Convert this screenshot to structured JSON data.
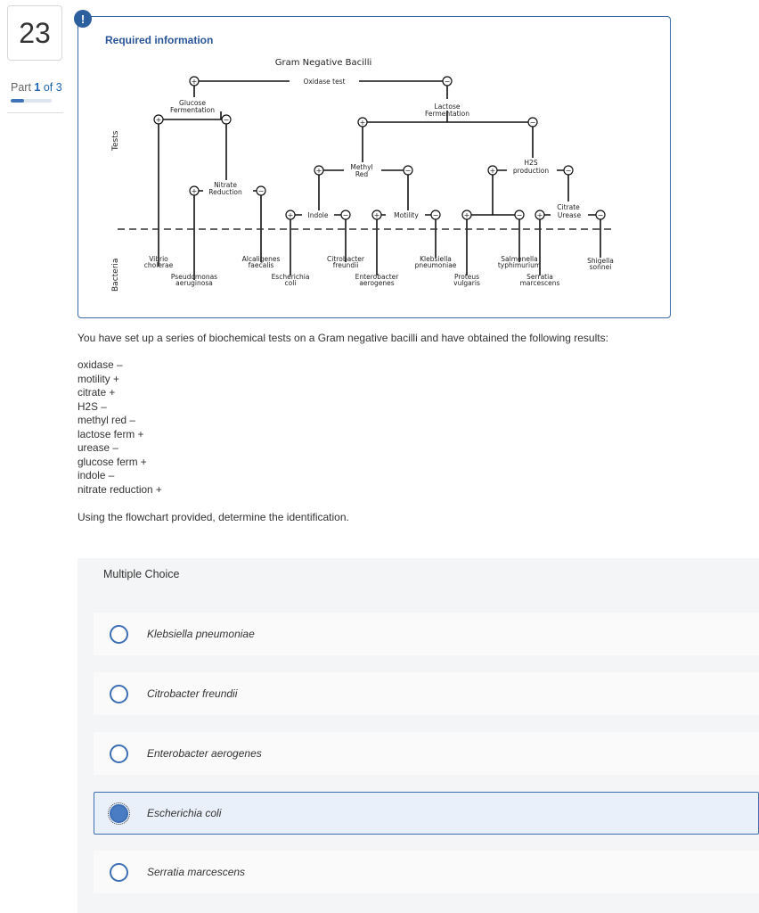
{
  "question": {
    "number": "23",
    "part_word": "Part",
    "part_current": "1",
    "part_of_total": "of 3",
    "part_progress": 0.333
  },
  "alert": {
    "icon": "exclamation-icon",
    "symbol": "!"
  },
  "required": {
    "title": "Required information"
  },
  "flowchart": {
    "title": "Gram Negative Bacilli",
    "tests_axis": "Tests",
    "bacteria_axis": "Bacteria",
    "oxidase": "Oxidase test",
    "glucose_1": "Glucose",
    "glucose_2": "Fermentation",
    "lactose_1": "Lactose",
    "lactose_2": "Fermentation",
    "nitrate_1": "Nitrate",
    "nitrate_2": "Reduction",
    "methyl_1": "Methyl",
    "methyl_2": "Red",
    "h2s_1": "H2S",
    "h2s_2": "production",
    "indole": "Indole",
    "motility": "Motility",
    "urease": "Urease",
    "citrate": "Citrate",
    "vibrio_1": "Vibrio",
    "vibrio_2": "cholerae",
    "pseudo_1": "Pseudomonas",
    "pseudo_2": "aeruginosa",
    "alcal_1": "Alcaligenes",
    "alcal_2": "faecalis",
    "esch_1": "Escherichia",
    "esch_2": "coli",
    "citro_1": "Citrobacter",
    "citro_2": "freundii",
    "entero_1": "Enterobacter",
    "entero_2": "aerogenes",
    "kleb_1": "Klebsiella",
    "kleb_2": "pneumoniae",
    "proteus_1": "Proteus",
    "proteus_2": "vulgaris",
    "salm_1": "Salmonella",
    "salm_2": "typhimurium",
    "serr_1": "Serratia",
    "serr_2": "marcescens",
    "shig_1": "Shigella",
    "shig_2": "sonnei",
    "plus": "+",
    "minus": "−"
  },
  "question_text": "You have set up a series of biochemical tests on a Gram negative bacilli and have obtained the following results:",
  "results": [
    "oxidase –",
    "motility +",
    "citrate +",
    "H2S –",
    "methyl red –",
    "lactose ferm +",
    "urease –",
    "glucose ferm +",
    "indole –",
    "nitrate reduction +"
  ],
  "prompt": "Using the flowchart provided, determine the identification.",
  "multiple_choice": {
    "title": "Multiple Choice",
    "options": [
      {
        "label": "Klebsiella pneumoniae",
        "selected": false
      },
      {
        "label": "Citrobacter freundii",
        "selected": false
      },
      {
        "label": "Enterobacter aerogenes",
        "selected": false
      },
      {
        "label": "Escherichia coli",
        "selected": true
      },
      {
        "label": "Serratia marcescens",
        "selected": false
      }
    ]
  },
  "colors": {
    "accent": "#2c5f9e",
    "selected_bg": "#e9f0fa",
    "radio": "#3c6fb6"
  }
}
